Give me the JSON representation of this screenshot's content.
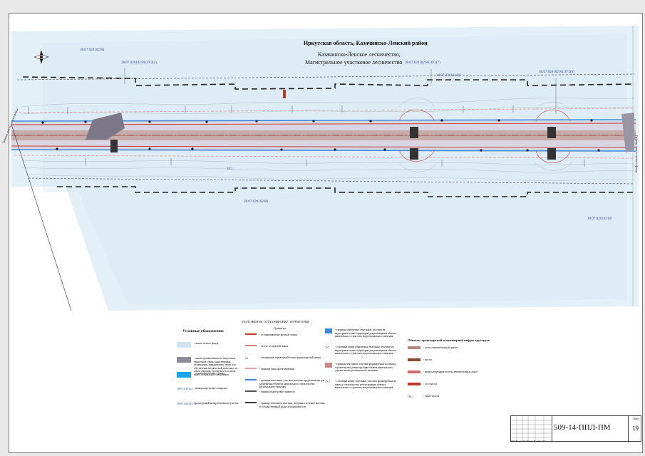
{
  "header": {
    "region": "Иркутская область, Казачинско-Ленский район",
    "forestry": "Казачинско-Ленское лесничество,",
    "district": "Магистральное участковое лесничество"
  },
  "cadastral_labels": {
    "upper_left": "38:07:020102:86",
    "upper_center": "38:07:020102:86:ЗУ2(1)",
    "upper_right_1": "38:07:020102:86:ЗУ2(7)",
    "upper_right_2": "38:07:020102:86",
    "upper_right_3": "38:07:020102:86:ЗУ2(8)",
    "lower_center": "38:07:020102:86",
    "lower_right": "38:07:020102:86",
    "zone_label": "ЗУ1"
  },
  "side_labels": {
    "left": "Граница земель лесного фонда",
    "right": "Граница земель лесного фонда"
  },
  "legend": {
    "title": "Условные обозначения:",
    "items_left": [
      {
        "text": "- земли лесного фонда",
        "color": "#cfe6f2"
      },
      {
        "text": "- земли промышленности, энергетики, транспорта, связи, радиовещания, телевидения, информатики, земли для обеспечения космической деятельности, земли обороны, безопасности и земли иного специального назначения",
        "color": "#8f8a9a"
      },
      {
        "text": "- территория водного фонда",
        "color": "#19a4e6"
      },
      {
        "text": "- номер кадастрового квартала",
        "code": "38:07:020102"
      },
      {
        "text": "- кадастровый номер земельного участка",
        "code": "38:07:020102:93"
      }
    ],
    "center_title": "ПОЛОЖЕНИЕ О ПЛАНИРОВКЕ ТЕРРИТОРИИ",
    "center_subtitle": "Границы",
    "items_center": [
      {
        "text": "- устанавливаемые красные линии",
        "color": "#c0392b"
      },
      {
        "text": "- отступ от красной линии",
        "color": "#e07b7b"
      },
      {
        "text": "- обозначение характерной точки границ красной линии",
        "code": "н1"
      },
      {
        "text": "- границы зоны проектирования",
        "color": "#e6a0a0"
      },
      {
        "text": "- границы земельных участков, которые предназначены для размещения объектов капитального строительства регионального значения",
        "color": "#3a86d8"
      },
      {
        "text": "- граница кадастрового квартала",
        "color": "#555555"
      },
      {
        "text": "- граница земельных участков, сведения о которых внесены в государственный кадастр недвижимости",
        "color": "#333333"
      }
    ],
    "items_right": [
      {
        "text": "- границы образуемых земельных участков на кадастровом плане территории для размещения объекта капитального строительства регионального значения",
        "color": "#3a86d8"
      },
      {
        "text": "- условный номер образуемых земельных участков на кадастровом плане территории для размещения объекта капитального строительства регионального значения",
        "code": "ЗУ1"
      },
      {
        "text": "- границы земельных участков формируемых на период строительства, реконструкции объекта капитального строительства регионального значения",
        "color": "#c58a8a"
      },
      {
        "text": "- условный номер земельных участков формируемых на период строительства, реконструкции объекта капитального строительства регионального значения",
        "code": "ЗУ2"
      }
    ],
    "infra_title": "Объекты транспортной и инженерной инфраструктуры:",
    "items_infra": [
      {
        "text": "- полоса автомобильной дороги",
        "color": "#b8867a"
      },
      {
        "text": "- мосты",
        "color": "#8b4a2e"
      },
      {
        "text": "- предусмотренные полосы автомобильных дорог",
        "color": "#d46a6a"
      },
      {
        "text": "- ось трассы",
        "color": "#c0392b"
      },
      {
        "text": "- пикет трассы",
        "code": "ПК 1"
      }
    ]
  },
  "stamp": {
    "code": "509-14-ППЛ-ПМ",
    "sheet_label": "Лист",
    "sheet_number": "19",
    "columns": "Изм.  Кол.уч  Лист  №док.  Подпись  Дата"
  },
  "colors": {
    "road": "#d8d2e0",
    "red_line": "#c0392b",
    "blue_boundary": "#3a86d8",
    "forest_fill": "#dcedf5",
    "water": "#19a4e6"
  }
}
